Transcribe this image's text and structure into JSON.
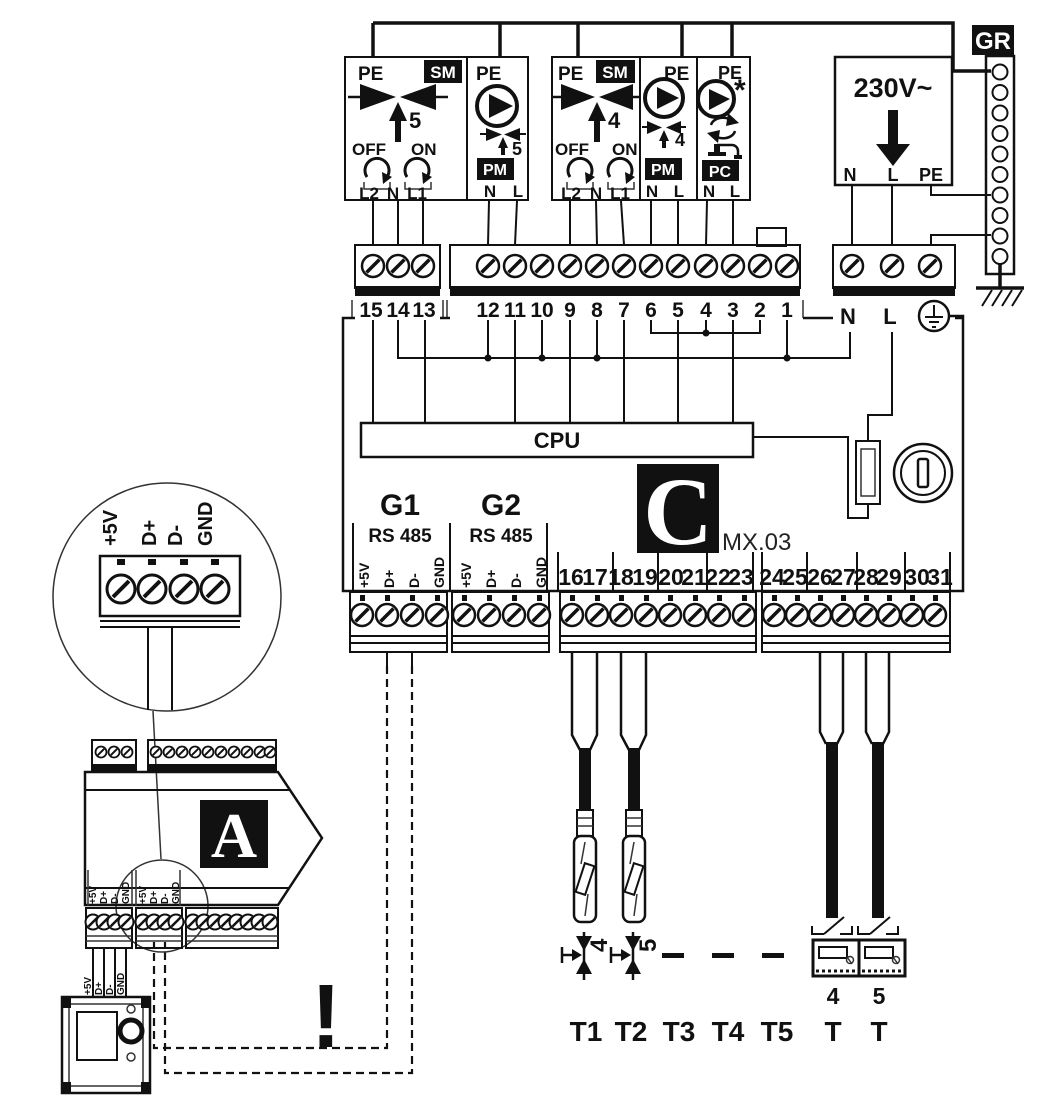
{
  "blocks": {
    "valve5": {
      "pe": "PE",
      "badge": "SM",
      "num": "5",
      "off": "OFF",
      "on": "ON",
      "l2": "L2",
      "n": "N",
      "l1": "L1"
    },
    "pump5": {
      "pe": "PE",
      "badge": "PM",
      "num": "5",
      "n": "N",
      "l": "L"
    },
    "valve4": {
      "pe": "PE",
      "badge": "SM",
      "num": "4",
      "off": "OFF",
      "on": "ON",
      "l2": "L2",
      "n": "N",
      "l1": "L1"
    },
    "pump4": {
      "pe": "PE",
      "badge": "PM",
      "num": "4",
      "n": "N",
      "l": "L"
    },
    "pumpC": {
      "pe": "PE",
      "badge": "PC",
      "star": "*",
      "n": "N",
      "l": "L"
    }
  },
  "power": {
    "voltage": "230V~",
    "n": "N",
    "l": "L",
    "pe": "PE"
  },
  "ground_rail": {
    "label": "GR"
  },
  "board": {
    "cpu": "CPU",
    "logo": "C",
    "model": "MX.03",
    "g1": "G1",
    "g2": "G2",
    "rs485": "RS 485",
    "pins": {
      "p5v": "+5V",
      "dp": "D+",
      "dm": "D-",
      "gnd": "GND"
    },
    "term_left": [
      "15",
      "14",
      "13"
    ],
    "term_mid": [
      "12",
      "11",
      "10",
      "9",
      "8",
      "7",
      "6",
      "5",
      "4",
      "3",
      "2",
      "1"
    ],
    "term_n": "N",
    "term_l": "L",
    "nums": [
      "16",
      "17",
      "18",
      "19",
      "20",
      "21",
      "22",
      "23",
      "24",
      "25",
      "26",
      "27",
      "28",
      "29",
      "30",
      "31"
    ]
  },
  "sensors": {
    "t1": "T1",
    "t2": "T2",
    "t3": "T3",
    "t4": "T4",
    "t5": "T5",
    "probe1_num": "4",
    "probe2_num": "5",
    "thermo1_num": "4",
    "thermo2_num": "5",
    "t_label": "T"
  },
  "module_a": {
    "label": "A"
  },
  "warning": {
    "mark": "!"
  }
}
